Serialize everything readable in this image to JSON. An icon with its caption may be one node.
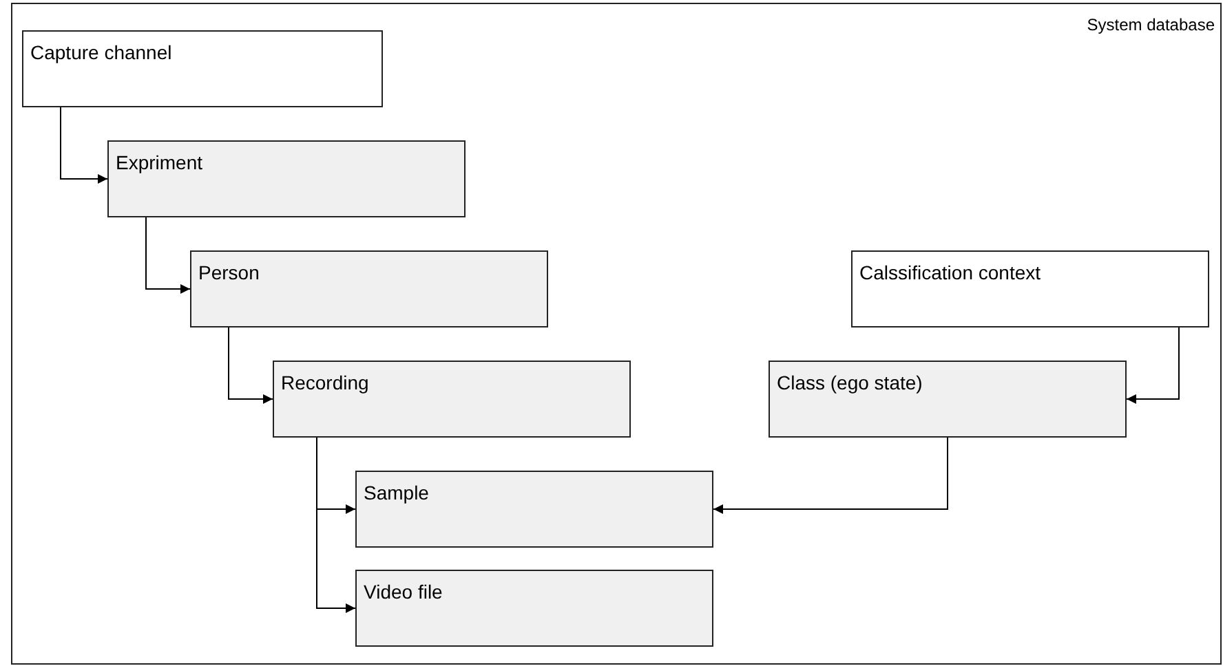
{
  "diagram": {
    "nodes": [
      {
        "text": [
          "System database"
        ]
      },
      {
        "text": [
          "Capture channel"
        ],
        "in": 0
      },
      {
        "text": [
          "Expriment"
        ],
        "in": 0
      },
      {
        "text": [
          "Person"
        ],
        "in": 0
      },
      {
        "text": [
          "Recording"
        ],
        "in": 0
      },
      {
        "text": [
          "Sample"
        ],
        "in": 0
      },
      {
        "text": [
          "Video file"
        ],
        "in": 0
      },
      {
        "text": [
          "Calssification context"
        ],
        "in": 0
      },
      {
        "text": [
          "Class (ego state)"
        ],
        "in": 0
      }
    ],
    "edges": [
      {
        "from": 1,
        "to": 2,
        "arrow": "to"
      },
      {
        "from": 2,
        "to": 3,
        "arrow": "to"
      },
      {
        "from": 3,
        "to": 4,
        "arrow": "to"
      },
      {
        "from": 4,
        "to": 5,
        "arrow": "to"
      },
      {
        "from": 4,
        "to": 6,
        "arrow": "to"
      },
      {
        "from": 7,
        "to": 8,
        "arrow": "to"
      },
      {
        "from": 8,
        "to": 5,
        "arrow": "to"
      }
    ]
  }
}
